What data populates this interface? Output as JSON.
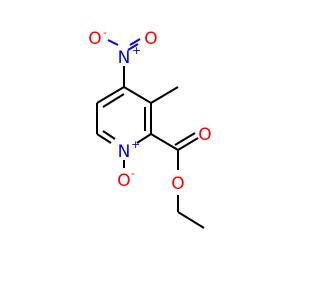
{
  "molecule": {
    "atoms": {
      "nitro_o_left": "O",
      "nitro_n": "N",
      "nitro_o_right": "O",
      "ring_n": "N",
      "n_oxide_o": "O",
      "carbonyl_o": "O",
      "ester_o": "O"
    },
    "charges": {
      "nitro_o_left": "-",
      "nitro_n": "+",
      "ring_n": "+",
      "n_oxide_o": "-"
    },
    "colors": {
      "bond": "#000000",
      "nitrogen": "#0000ff",
      "oxygen": "#ff0000"
    }
  }
}
